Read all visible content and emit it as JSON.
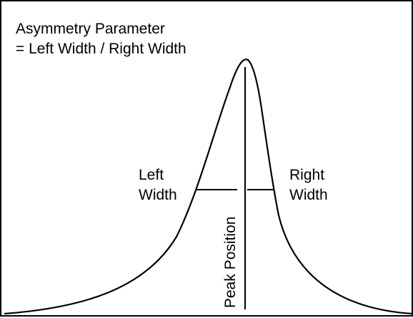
{
  "title": {
    "line1": "Asymmetry Parameter",
    "line2": "= Left Width / Right Width"
  },
  "labels": {
    "left_line1": "Left",
    "left_line2": "Width",
    "right_line1": "Right",
    "right_line2": "Width",
    "peak": "Peak Position"
  },
  "colors": {
    "stroke": "#000000",
    "background": "#ffffff"
  }
}
